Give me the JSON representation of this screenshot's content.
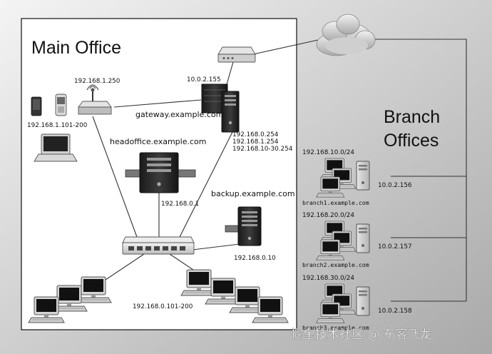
{
  "regions": {
    "main_office": "Main Office",
    "branch_offices_line1": "Branch",
    "branch_offices_line2": "Offices"
  },
  "main": {
    "ap_ip": "192.168.1.250",
    "wireless_range": "192.168.1.101-200",
    "modem_ip": "10.0.2.155",
    "gateway_name": "gateway.example.com",
    "gateway_ip1": "192.168.0.254",
    "gateway_ip2": "192.168.1.254",
    "gateway_ip3": "192.168.10-30.254",
    "headoffice_name": "headoffice.example.com",
    "headoffice_ip": "192.168.0.1",
    "backup_name": "backup.example.com",
    "backup_ip": "192.168.0.10",
    "desktops_range": "192.168.0.101-200"
  },
  "branches": [
    {
      "subnet": "192.168.10.0/24",
      "host": "branch1.example.com",
      "wan_ip": "10.0.2.156"
    },
    {
      "subnet": "192.168.20.0/24",
      "host": "branch2.example.com",
      "wan_ip": "10.0.2.157"
    },
    {
      "subnet": "192.168.30.0/24",
      "host": "branch3.example.com",
      "wan_ip": "10.0.2.158"
    }
  ],
  "watermark": "掘金技术社区 @ 布客飞龙"
}
